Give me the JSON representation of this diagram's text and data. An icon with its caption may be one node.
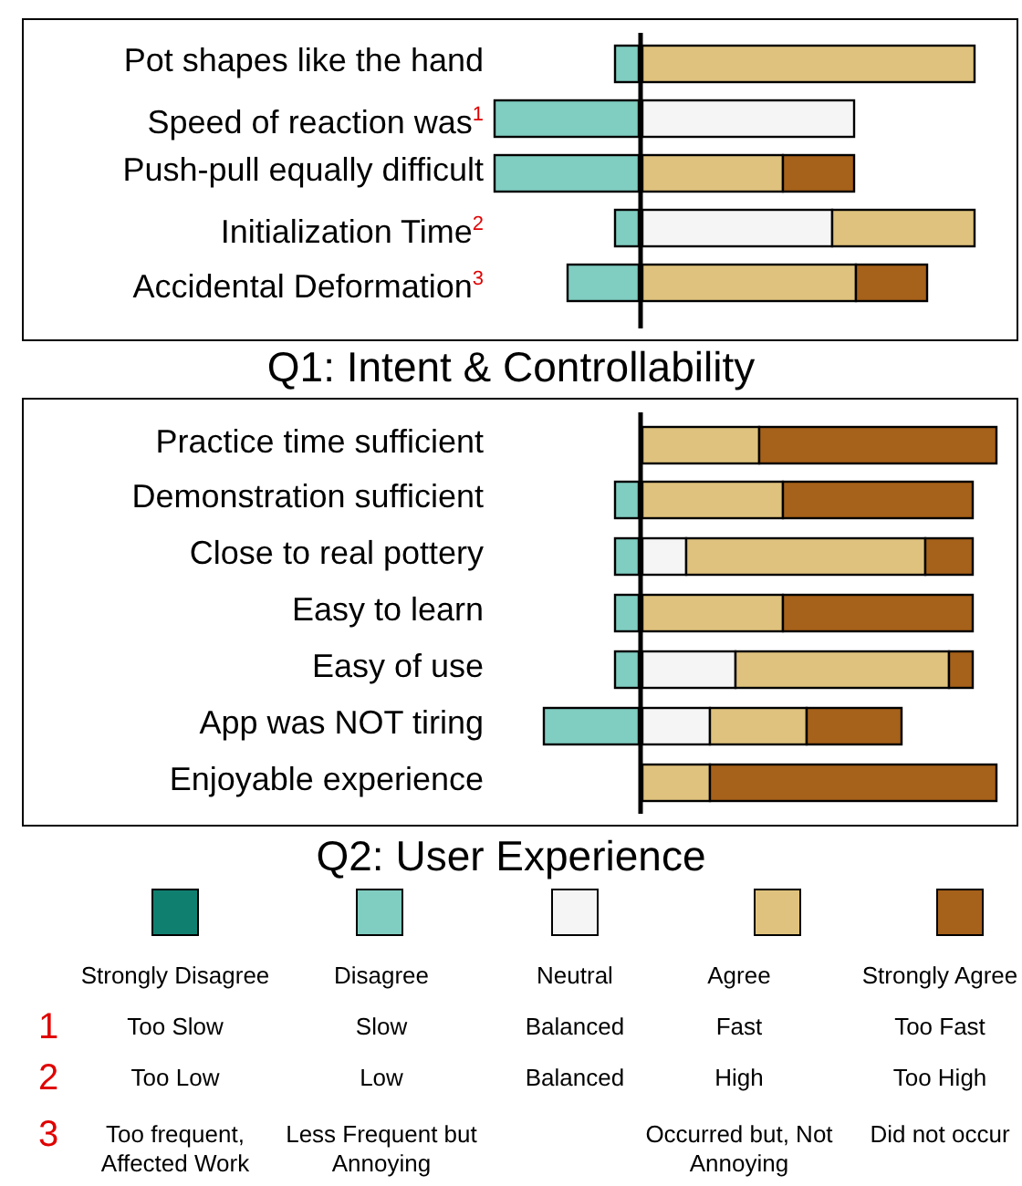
{
  "diagram": {
    "labels": [
      "Pot shapes like the hand",
      "Speed of reaction was$^{1}$",
      "Push-pull equally difficult",
      "Initialization Time$^{2}$",
      "Accidental Deformation$^{3}$",
      "Q1: Intent & Controllability",
      "Practice time sufficient",
      "Demonstration sufficient",
      "Close to real pottery",
      "Easy to learn",
      "Easy of use",
      "App was NOT tiring",
      "Enjoyable experience",
      "Q2: User Experience",
      "1",
      "Too Slow",
      "Slow",
      "Balanced",
      "Fast",
      "Too Fast",
      "2",
      "Too Low",
      "Low",
      "Balanced",
      "High",
      "Too High",
      "3",
      "Too frequent, Affected Work",
      "Less Frequent but Annoying",
      "Occurred but, Not Annoying",
      "Did not occur"
    ],
    "legend": [
      {
        "text": "Strongly Disagree",
        "color": "#0f8070"
      },
      {
        "text": "Disagree",
        "color": "#80cdc1"
      },
      {
        "text": "Neutral",
        "color": "#f5f5f5"
      },
      {
        "text": "Agree",
        "color": "#dfc27d"
      },
      {
        "text": "Strongly Agree",
        "color": "#a6611a"
      }
    ]
  }
}
